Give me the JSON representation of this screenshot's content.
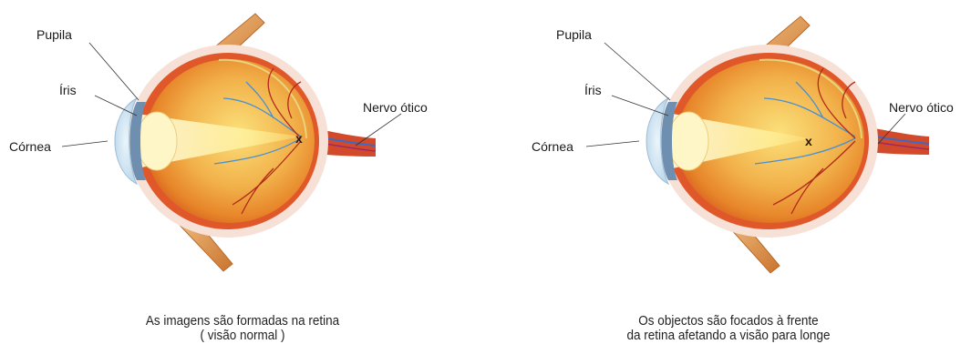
{
  "panels": [
    {
      "labels": {
        "pupil": "Pupila",
        "iris": "Íris",
        "cornea": "Córnea",
        "optic_nerve": "Nervo ótico",
        "focus_mark": "x"
      },
      "caption_line1": "As imagens são formadas na retina",
      "caption_line2": "( visão normal )"
    },
    {
      "labels": {
        "pupil": "Pupila",
        "iris": "Íris",
        "cornea": "Córnea",
        "optic_nerve": "Nervo ótico",
        "focus_mark": "x"
      },
      "caption_line1": "Os objectos são focados à frente",
      "caption_line2": "da retina afetando a visão para longe"
    }
  ],
  "colors": {
    "eyeball": "#f0b24a",
    "sclera_rim": "#e0582a",
    "light_beam": "#fff3a0",
    "cornea": "#cfe6f5",
    "iris": "#6f8fb0",
    "muscle": "#d98a3c"
  }
}
